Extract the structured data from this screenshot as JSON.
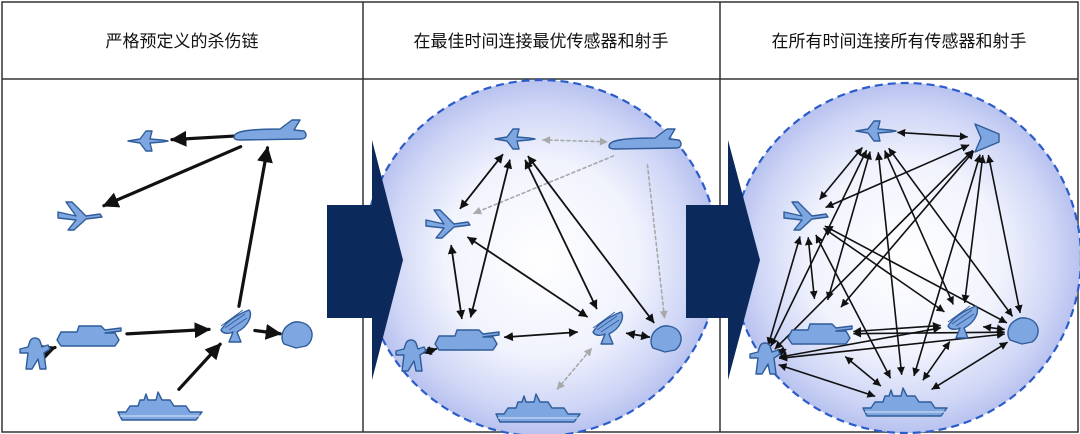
{
  "panels": [
    {
      "title": "严格预定义的杀伤链"
    },
    {
      "title": "在最佳时间连接最优传感器和射手"
    },
    {
      "title": "在所有时间连接所有传感器和射手"
    }
  ],
  "colors": {
    "node_fill": "#7ea6e0",
    "node_stroke": "#2f5c9a",
    "big_arrow": "#0b2a5b",
    "circle_edge": "#2b5cc9",
    "link": "#111111",
    "optional_link": "#a8a8a8"
  },
  "node_icons": {
    "fighter": "fighter-jet-icon",
    "airliner": "aircraft-icon",
    "drone": "drone-icon",
    "uav": "flying-wing-icon",
    "tank": "tank-icon",
    "radar": "radar-dish-icon",
    "ship": "warship-icon",
    "soldier": "soldier-icon",
    "command": "command-post-icon"
  }
}
